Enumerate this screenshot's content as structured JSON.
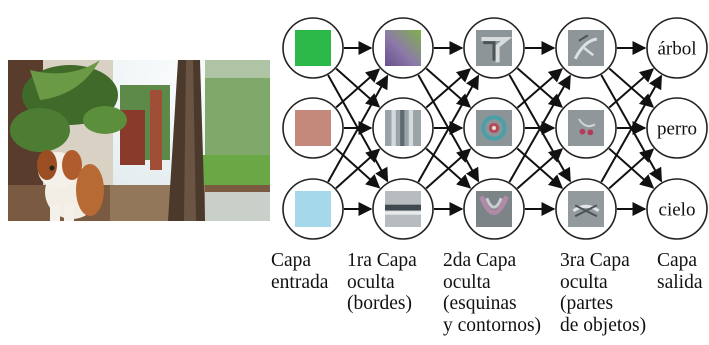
{
  "layers": [
    {
      "id": "input",
      "caption": [
        "Capa",
        "entrada"
      ],
      "nodes": [
        {
          "kind": "color",
          "color": "#2db84a"
        },
        {
          "kind": "color",
          "color": "#c4897b"
        },
        {
          "kind": "color",
          "color": "#a6d8ec"
        }
      ]
    },
    {
      "id": "hidden1",
      "caption": [
        "1ra Capa",
        "oculta",
        "(bordes)"
      ],
      "nodes": [
        {
          "kind": "pattern",
          "pattern": "diagonal-gradient-icon"
        },
        {
          "kind": "pattern",
          "pattern": "vertical-stripes-icon"
        },
        {
          "kind": "pattern",
          "pattern": "horizontal-stripe-icon"
        }
      ]
    },
    {
      "id": "hidden2",
      "caption": [
        "2da Capa",
        "oculta",
        "(esquinas",
        "y contornos)"
      ],
      "nodes": [
        {
          "kind": "pattern",
          "pattern": "corner-pattern-icon"
        },
        {
          "kind": "pattern",
          "pattern": "ring-contour-icon"
        },
        {
          "kind": "pattern",
          "pattern": "curved-contour-icon"
        }
      ]
    },
    {
      "id": "hidden3",
      "caption": [
        "3ra Capa",
        "oculta",
        "(partes",
        "de objetos)"
      ],
      "nodes": [
        {
          "kind": "pattern",
          "pattern": "branch-part-icon"
        },
        {
          "kind": "pattern",
          "pattern": "eyes-part-icon"
        },
        {
          "kind": "pattern",
          "pattern": "cloud-part-icon"
        }
      ]
    },
    {
      "id": "output",
      "caption": [
        "Capa",
        "salida"
      ],
      "nodes": [
        {
          "kind": "label",
          "text": "árbol"
        },
        {
          "kind": "label",
          "text": "perro"
        },
        {
          "kind": "label",
          "text": "cielo"
        }
      ]
    }
  ],
  "photo": {
    "subject": "dog-under-tree-photo",
    "colors": {
      "sky": "#e9f0f2",
      "foliage": "#4a7a3a",
      "trunk": "#4b3a2c",
      "wall": "#8a3a2a",
      "dog_fur": "#b05c2c",
      "ground": "#7a5a40"
    }
  },
  "colors": {
    "node_stroke": "#222222",
    "arrow": "#111111",
    "node_fill": "#ffffff"
  }
}
